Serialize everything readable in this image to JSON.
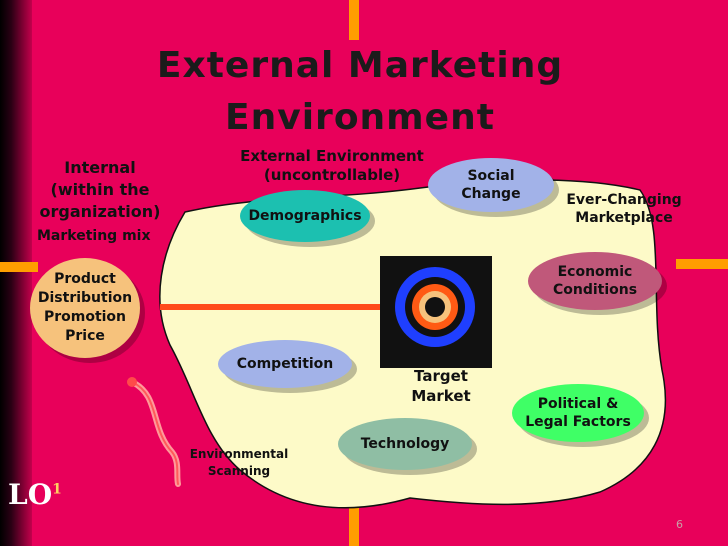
{
  "title_line1": "External Marketing",
  "title_line2": "Environment",
  "external_env_line1": "External Environment",
  "external_env_line2": "(uncontrollable)",
  "internal_line1": "Internal",
  "internal_line2": "(within the",
  "internal_line3": "organization)",
  "marketing_mix": "Marketing mix",
  "mix": [
    "Product",
    "Distribution",
    "Promotion",
    "Price"
  ],
  "factors": {
    "demographics": "Demographics",
    "social_line1": "Social",
    "social_line2": "Change",
    "economic_line1": "Economic",
    "economic_line2": "Conditions",
    "competition": "Competition",
    "technology": "Technology",
    "political_line1": "Political &",
    "political_line2": "Legal Factors"
  },
  "ever_changing_line1": "Ever-Changing",
  "ever_changing_line2": "Marketplace",
  "target_line1": "Target",
  "target_line2": "Market",
  "scanning_line1": "Environmental",
  "scanning_line2": "Scanning",
  "lo_label": "LO",
  "lo_number": "1",
  "page_number": "6",
  "colors": {
    "background": "#e8005a",
    "blob": "#fdfac8",
    "teal": "#1cc0b0",
    "periwinkle": "#a2b2e8",
    "tan": "#f6c27c",
    "lime": "#3fff66",
    "sage": "#8fbea4",
    "mauve": "#c0587a",
    "arrow": "#ff4a1a"
  }
}
